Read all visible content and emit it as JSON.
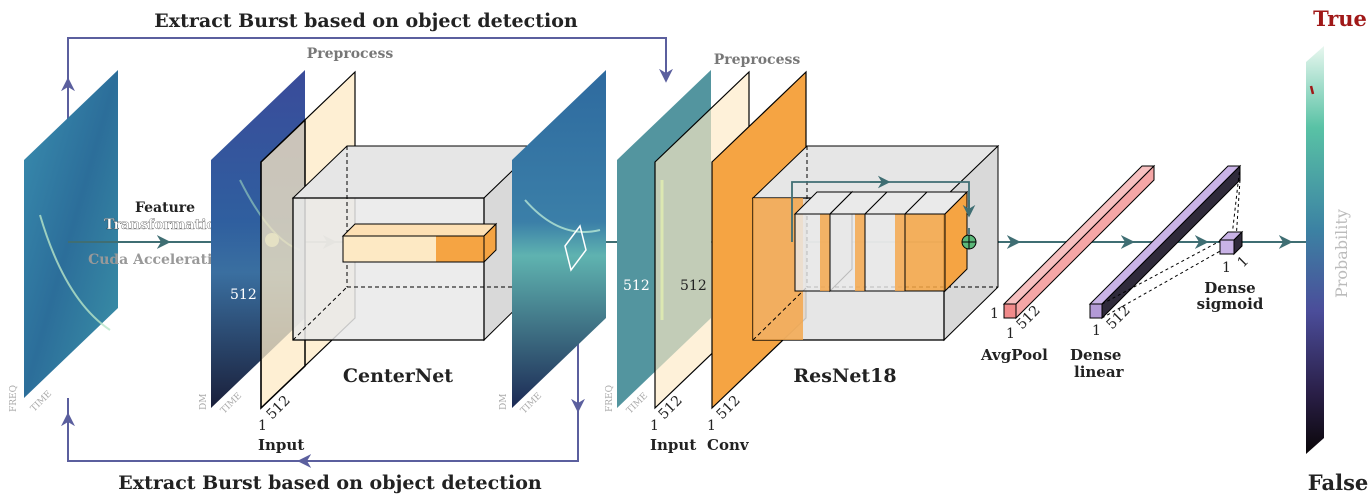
{
  "top_caption": "Extract Burst based on object detection",
  "bottom_caption": "Extract Burst based on object detection",
  "left_stage": {
    "preprocess": "Preprocess",
    "feature_line1": "Feature",
    "feature_line2": "Transformation",
    "cuda": "Cuda Acceleration",
    "freq": "FREQ",
    "time": "TIME",
    "dm": "DM",
    "dim_512": "512",
    "dim_1": "1",
    "dim_512b": "512",
    "input": "Input",
    "model": "CenterNet"
  },
  "right_stage": {
    "preprocess": "Preprocess",
    "freq": "FREQ",
    "time": "TIME",
    "dm": "DM",
    "dim_512_input": "512",
    "dim_512_conv": "512",
    "input": "Input",
    "conv": "Conv",
    "model": "ResNet18",
    "one_a": "1",
    "one_b": "1",
    "d512_a": "512",
    "d512_b": "512"
  },
  "head": {
    "avgpool": "AvgPool",
    "dense_linear_1": "Dense",
    "dense_linear_2": "linear",
    "dense_sigmoid_1": "Dense",
    "dense_sigmoid_2": "sigmoid",
    "one_a": "1",
    "one_b": "1",
    "one_c": "1",
    "one_d": "1",
    "d512_a": "512",
    "d512_b": "512",
    "one_e": "1"
  },
  "colorbar": {
    "true_label": "True",
    "false_label": "False",
    "axis_label": "Probability"
  },
  "colors": {
    "arrow": "#3f6e73",
    "loop": "#5b5f9e",
    "orange": "#f5a443",
    "cream": "#fde9c4",
    "pink": "#f5a6a6",
    "lavender": "#c9b3e6",
    "true_red": "#a01818"
  }
}
